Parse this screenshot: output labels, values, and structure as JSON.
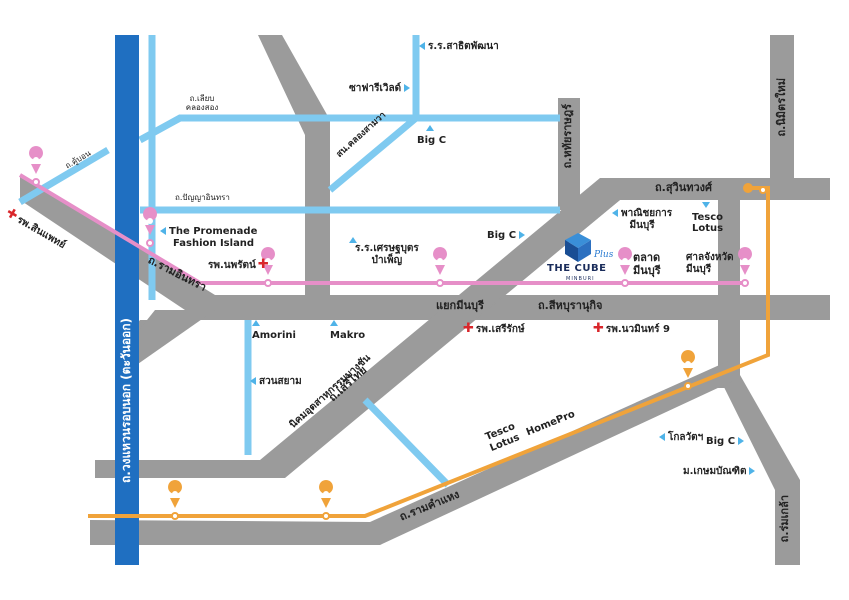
{
  "colors": {
    "road": "#9b9b9b",
    "expressway": "#1f6fc1",
    "minor_road": "#7fcaf0",
    "pink_line": "#e68fc8",
    "orange_line": "#f0a33a",
    "hospital": "#d9262b",
    "landmark_marker": "#4fb3e8"
  },
  "roads": {
    "expressway_outer_ring": "ถ.วงแหวนรอบนอก (ตะวันออก)",
    "ramintra": "ถ.รามอินทรา",
    "sihaburanukit": "ถ.สีหบุรานุกิจ",
    "suwinthawong": "ถ.สุวินทวงศ์",
    "nimitmai": "ถ.นิมิตรใหม่",
    "hathairat": "ถ.หทัยราษฎร์",
    "ramkhamhaeng": "ถ.รามคำแหง",
    "serithai": "ถ.เสรีไทย",
    "nikhom": "นิคมอุตสาหกรรมบางชัน",
    "romklao": "ถ.ร่มเกล้า",
    "chueam": "ถ.เลียบ คลองสอง",
    "panyaintra": "ถ.ปัญญาอินทรา",
    "kubon": "ถ.คู้บอน",
    "minburi_junction": "แยกมีนบุรี"
  },
  "places": {
    "school_sarit": "ร.ร.สาธิตพัฒนา",
    "safari_world": "ซาฟารีเวิลด์",
    "sanam_klong": "สน.คลองสามวา",
    "big_c_1": "Big C",
    "big_c_2": "Big C",
    "big_c_3": "Big C",
    "promenade_1": "The Promenade",
    "promenade_2": "Fashion Island",
    "hospital_synphaet": "รพ.สินแพทย์",
    "hospital_nopparat": "รพ.นพรัตน์",
    "school_setthabut_1": "ร.ร.เศรษฐบุตร",
    "school_setthabut_2": "บำเพ็ญ",
    "commerce_1": "พาณิชยการ",
    "commerce_2": "มีนบุรี",
    "tesco_1": "Tesco",
    "tesco_2": "Lotus",
    "market_1": "ตลาด",
    "market_2": "มีนบุรี",
    "court_1": "ศาลจังหวัด",
    "court_2": "มีนบุรี",
    "amorini": "Amorini",
    "makro": "Makro",
    "hospital_serirak": "รพ.เสรีรักษ์",
    "hospital_nawamin": "รพ.นวมินทร์ 9",
    "suan_siam": "สวนสยาม",
    "tesco_lotus_homepro_1": "Tesco",
    "tesco_lotus_homepro_2": "Lotus",
    "homepro": "HomePro",
    "global_house": "โกลวัตฯ",
    "kasem_bundit": "ม.เกษมบัณฑิต"
  },
  "logo": {
    "name": "THE CUBE",
    "plus": "Plus",
    "sub": "MINBURI"
  }
}
